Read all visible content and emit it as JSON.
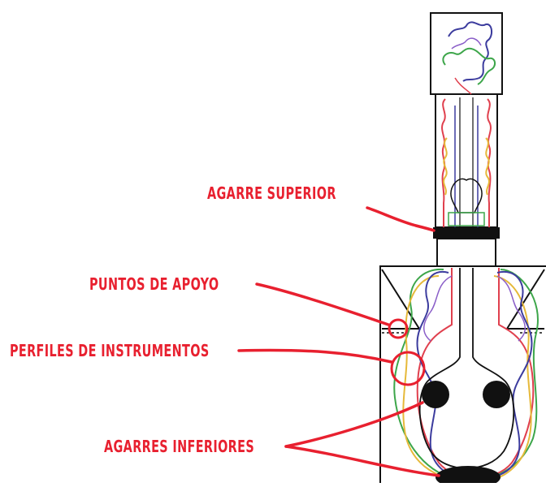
{
  "labels": {
    "agarre_superior": "AGARRE SUPERIOR",
    "puntos_apoyo": "PUNTOS DE APOYO",
    "perfiles": "PERFILES DE INSTRUMENTOS",
    "agarres_inferiores": "AGARRES INFERIORES"
  },
  "colors": {
    "annotation": "#e8202f",
    "outline": "#111111",
    "profile_blue": "#3c3c9e",
    "profile_red": "#e0404e",
    "profile_green": "#3da64a",
    "profile_yellow": "#e6b93a",
    "profile_purple": "#8a5ec8"
  }
}
